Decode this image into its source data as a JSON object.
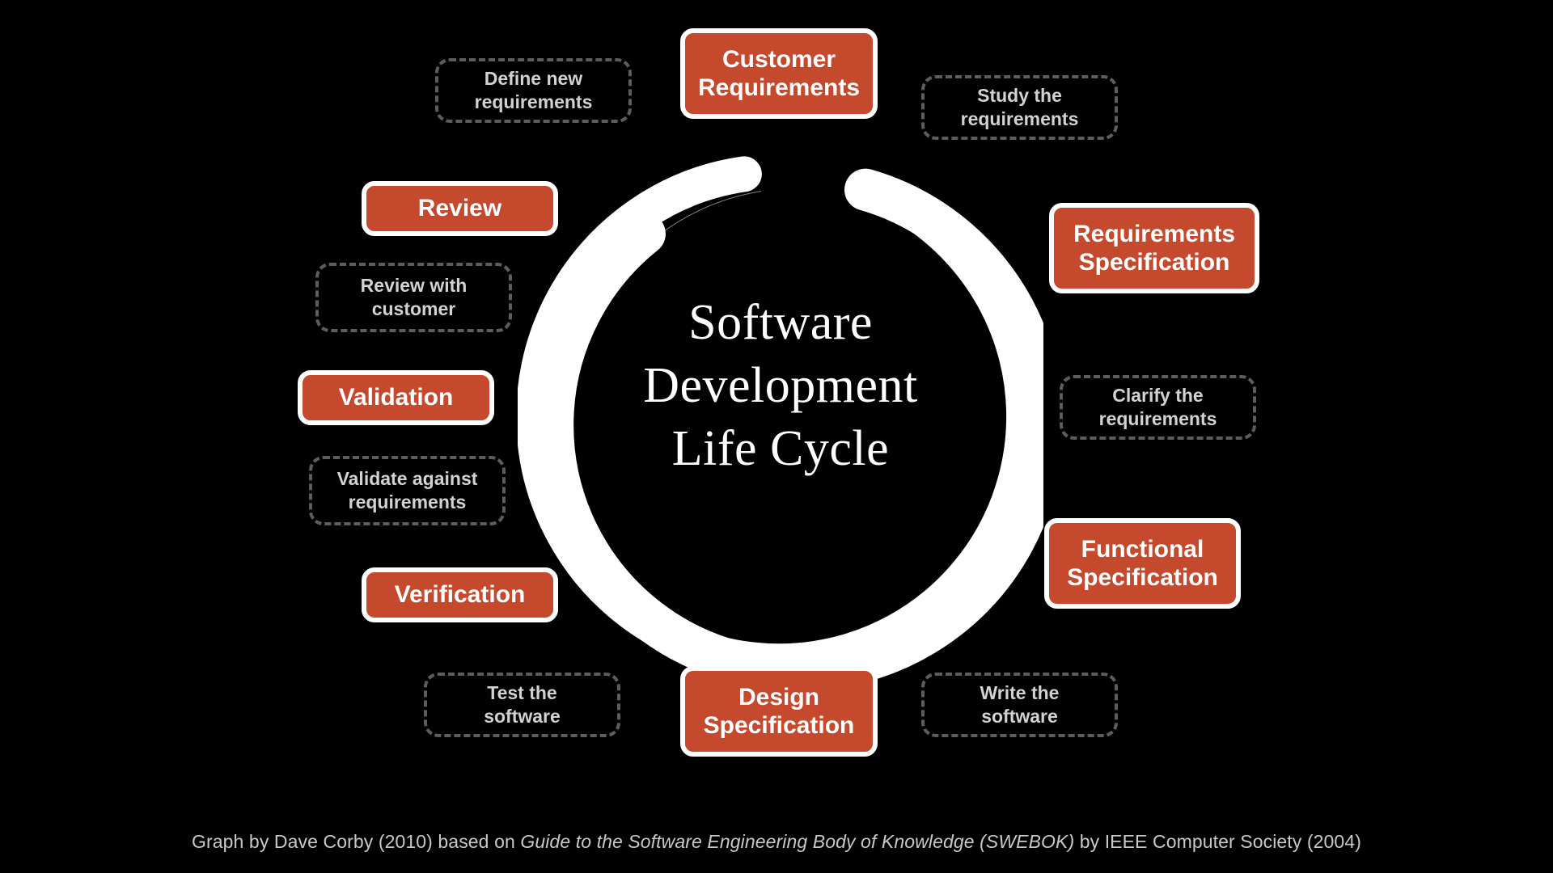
{
  "background_color": "#000000",
  "accent_color": "#C4492D",
  "center": {
    "title": "Software\nDevelopment\nLife Cycle",
    "ring_color": "#ffffff",
    "ring_style": "brush-stroke-circle-open-top"
  },
  "phases": [
    {
      "id": "customer-requirements",
      "label": "Customer\nRequirements",
      "type": "phase"
    },
    {
      "id": "requirements-specification",
      "label": "Requirements\nSpecification",
      "type": "phase"
    },
    {
      "id": "functional-specification",
      "label": "Functional\nSpecification",
      "type": "phase"
    },
    {
      "id": "design-specification",
      "label": "Design\nSpecification",
      "type": "phase"
    },
    {
      "id": "verification",
      "label": "Verification",
      "type": "phase"
    },
    {
      "id": "validation",
      "label": "Validation",
      "type": "phase"
    },
    {
      "id": "review",
      "label": "Review",
      "type": "phase"
    }
  ],
  "activities": [
    {
      "id": "study-the-requirements",
      "label": "Study the\nrequirements",
      "type": "activity"
    },
    {
      "id": "clarify-the-requirements",
      "label": "Clarify the\nrequirements",
      "type": "activity"
    },
    {
      "id": "write-the-software",
      "label": "Write the\nsoftware",
      "type": "activity"
    },
    {
      "id": "test-the-software",
      "label": "Test the\nsoftware",
      "type": "activity"
    },
    {
      "id": "validate-against-requirements",
      "label": "Validate against\nrequirements",
      "type": "activity"
    },
    {
      "id": "review-with-customer",
      "label": "Review with\ncustomer",
      "type": "activity"
    },
    {
      "id": "define-new-requirements",
      "label": "Define new\nrequirements",
      "type": "activity"
    }
  ],
  "caption": {
    "part1": "Graph by Dave Corby (2010) based on ",
    "italic": "Guide to the Software Engineering Body of Knowledge (SWEBOK)",
    "part2": " by IEEE Computer Society (2004)",
    "full": "Graph by Dave Corby (2010) based on Guide to the Software Engineering Body of Knowledge (SWEBOK) by IEEE Computer Society (2004)"
  }
}
